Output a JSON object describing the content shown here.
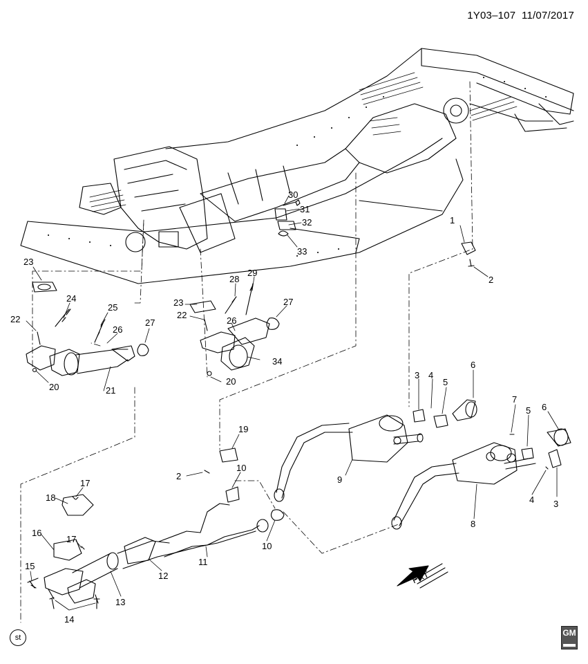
{
  "header": {
    "diagram_id": "1Y03–107",
    "date": "11/07/2017"
  },
  "direction_label": "FRT",
  "badges": {
    "st": "st",
    "brand": "GM"
  },
  "callouts": [
    "30",
    "31",
    "32",
    "33",
    "1",
    "2",
    "23",
    "24",
    "25",
    "26",
    "27",
    "22",
    "20",
    "21",
    "28",
    "29",
    "23",
    "22",
    "26",
    "27",
    "34",
    "20",
    "3",
    "4",
    "5",
    "6",
    "7",
    "6",
    "5",
    "4",
    "3",
    "19",
    "2",
    "10",
    "9",
    "8",
    "10",
    "11",
    "12",
    "13",
    "14",
    "15",
    "16",
    "17",
    "17",
    "18"
  ]
}
